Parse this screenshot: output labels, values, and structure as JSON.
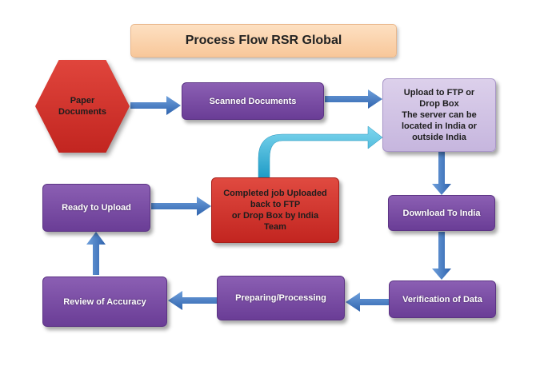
{
  "title": "Process Flow RSR Global",
  "nodes": {
    "paper_documents": "Paper\nDocuments",
    "scanned_documents": "Scanned Documents",
    "upload_ftp": "Upload to FTP  or\nDrop Box\nThe  server can be\nlocated in India or\noutside India",
    "download_india": "Download To India",
    "verification": "Verification of Data",
    "preparing": "Preparing/Processing",
    "review": "Review of Accuracy",
    "ready": "Ready to Upload",
    "completed": "Completed job Uploaded\nback to FTP\nor Drop Box by India\nTeam"
  },
  "colors": {
    "purple": "#7b4fa6",
    "lavender": "#cfc2e4",
    "red": "#d3332c",
    "title_bg": "#fbd3ae",
    "arrow_blue": "#3f78c4",
    "arrow_cyan": "#36b4d8"
  }
}
